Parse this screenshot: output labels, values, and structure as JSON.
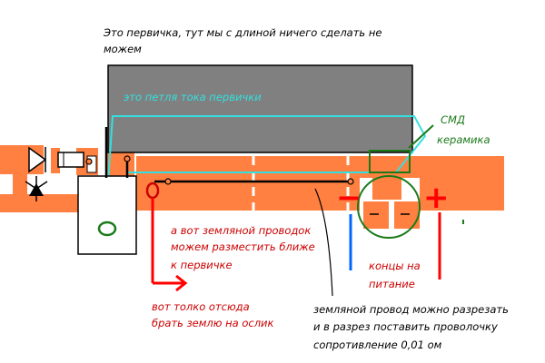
{
  "annotations": {
    "primary_top": [
      "Это первичка, тут мы с длиной ничего сделать не",
      "можем"
    ],
    "current_loop": "это петля тока первички",
    "smd_ceramic": [
      "СМД",
      "керамика"
    ],
    "ground_wire_closer": [
      "а вот земляной проводок",
      "можем разместить ближе",
      "к первичке"
    ],
    "take_ground": [
      "вот толко отсюда",
      "брать землю на ослик"
    ],
    "power_ends": [
      "концы на",
      "питание"
    ],
    "ground_cut": [
      "земляной провод можно разрезать",
      "и в разрез поставить проволочку",
      "сопротивление 0,01 ом"
    ]
  },
  "polarity": {
    "minus": "−",
    "plus": "+"
  },
  "colors": {
    "copper": "#ff8040",
    "primary_block": "#808080",
    "current_loop": "#33e0e0",
    "red_text": "#cc0000",
    "green": "#1a7a1a",
    "blue_lead": "#0066ff",
    "arrow_red": "#ff0000"
  }
}
